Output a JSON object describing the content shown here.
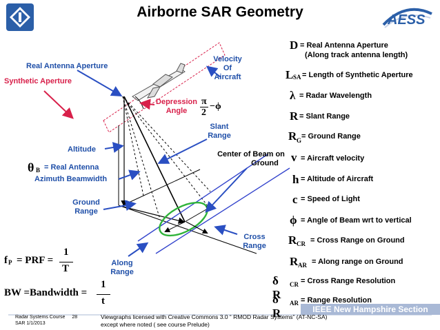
{
  "title": "Airborne SAR Geometry",
  "logos": {
    "left_mark": "ieee-logo",
    "right_text": "AESS"
  },
  "labels": {
    "real_antenna_aperture": "Real Antenna Aperture",
    "synthetic_aperture": "Synthetic Aperture",
    "velocity_line1": "Velocity",
    "velocity_line2": "Of",
    "velocity_line3": "Aircraft",
    "depression_line1": "Depression",
    "depression_line2": "Angle",
    "depression_pi": "π",
    "depression_two": "2",
    "depression_minus_phi": "−ϕ",
    "slant_line1": "Slant",
    "slant_line2": "Range",
    "altitude": "Altitude",
    "center_line1": "Center of Beam on",
    "center_line2": "Ground",
    "theta_symbol": "θ",
    "theta_sub": "B",
    "theta_text": "= Real Antenna",
    "azimuth_beamwidth": "Azimuth Beamwidth",
    "ground_line1": "Ground",
    "ground_line2": "Range",
    "cross_line1": "Cross",
    "cross_line2": "Range",
    "along_line1": "Along",
    "along_line2": "Range"
  },
  "definitions": [
    {
      "sym": "D",
      "sub": "",
      "text": "= Real Antenna Aperture"
    },
    {
      "sym": "",
      "sub": "",
      "text": "(Along track antenna length)"
    },
    {
      "sym": "L",
      "sub": "SA",
      "text": "= Length of Synthetic Aperture"
    },
    {
      "sym": "λ",
      "sub": "",
      "text": "= Radar Wavelength"
    },
    {
      "sym": "R",
      "sub": "",
      "text": "= Slant Range"
    },
    {
      "sym": "R",
      "sub": "G",
      "text": "= Ground Range"
    },
    {
      "sym": "v",
      "sub": "",
      "text": "= Aircraft velocity"
    },
    {
      "sym": "h",
      "sub": "",
      "text": "= Altitude of Aircraft"
    },
    {
      "sym": "c",
      "sub": "",
      "text": "= Speed of Light"
    },
    {
      "sym": "ϕ",
      "sub": "",
      "text": "= Angle of Beam wrt to vertical"
    },
    {
      "sym": "R",
      "sub": "CR",
      "text": "= Cross Range on Ground"
    },
    {
      "sym": "R",
      "sub": "AR",
      "text": "= Along range on Ground"
    },
    {
      "sym": "δ R",
      "sub": "CR",
      "text": "= Cross Range Resolution"
    },
    {
      "sym": "δ R",
      "sub": "AR",
      "text": "= Range Resolution"
    }
  ],
  "formulas": {
    "prf_left": "f",
    "prf_sub": "P",
    "prf_mid": "= PRF =",
    "prf_num": "1",
    "prf_den": "T",
    "bw_left": "BW =Bandwidth =",
    "bw_num": "1",
    "bw_den": "t"
  },
  "footer": {
    "course": "Radar Systems Course",
    "page": "28",
    "date": "SAR 1/1/2013",
    "license_line1": "Viewgraphs licensed with Creative Commons 3.0 “ RMOD Radar Systems” (AT-NC-SA)",
    "license_line2": "except where noted ( see course Prelude)",
    "section": "IEEE New Hampshire Section"
  },
  "colors": {
    "arrow_blue": "#2a4fc2",
    "label_blue": "#1f4fa8",
    "label_red": "#d8204a",
    "ellipse_green": "#2fb33a",
    "track_blue": "#3344cc"
  }
}
